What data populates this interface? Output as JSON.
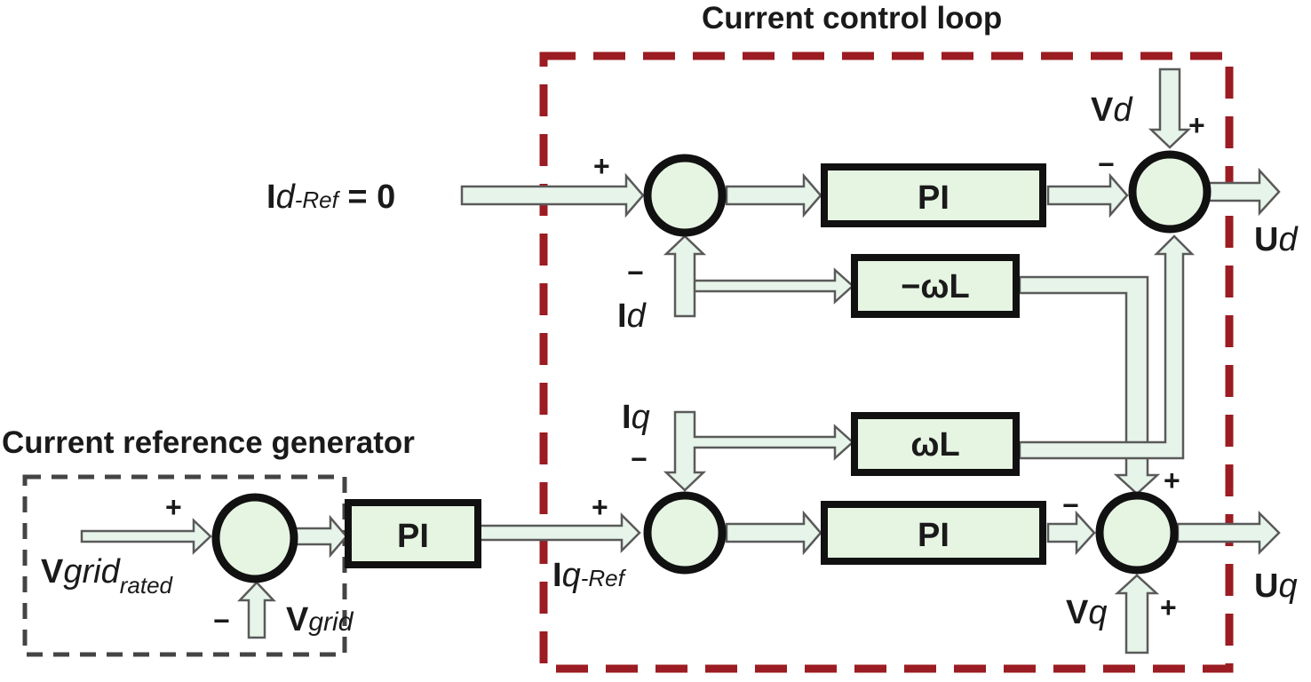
{
  "titles": {
    "current_control_loop": "Current control loop",
    "current_reference_generator": "Current reference generator"
  },
  "blocks": {
    "pi_d": "PI",
    "pi_q": "PI",
    "pi_ref": "PI",
    "neg_omega_l": "−ωL",
    "omega_l": "ωL"
  },
  "signals": {
    "id_ref": {
      "main": "I",
      "italic": "d",
      "sub": "-Ref",
      "suffix": " = 0"
    },
    "id": {
      "main": "I",
      "italic": "d"
    },
    "iq": {
      "main": "I",
      "italic": "q"
    },
    "iq_ref": {
      "main": "I",
      "italic": "q",
      "sub": "-Ref"
    },
    "vd": {
      "main": "V",
      "italic": "d"
    },
    "vq": {
      "main": "V",
      "italic": "q"
    },
    "ud": {
      "main": "U",
      "italic": "d"
    },
    "uq": {
      "main": "U",
      "italic": "q"
    },
    "vgrid_rated": {
      "main": "V",
      "italic": "grid",
      "sub": "rated"
    },
    "vgrid": {
      "main": "V",
      "italic": "grid"
    }
  },
  "signs": {
    "plus": "+",
    "minus": "−"
  },
  "colors": {
    "control_loop_border": "#9b1c22",
    "reference_border": "#444444",
    "block_fill": "#e6f4e2",
    "arrow_fill": "#e6f4ea"
  }
}
